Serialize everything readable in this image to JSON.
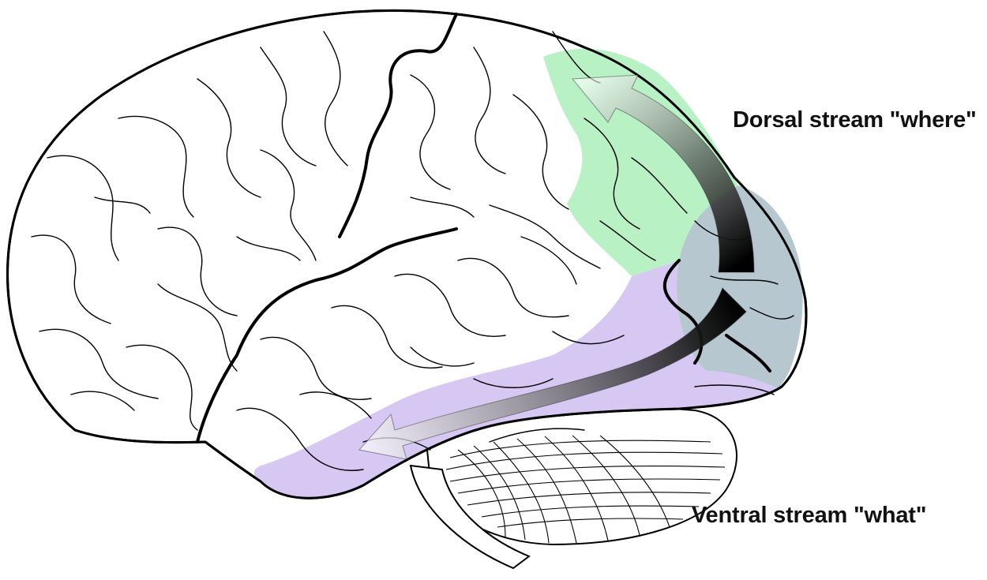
{
  "labels": {
    "dorsal": "Dorsal stream \"where\"",
    "ventral": "Ventral stream \"what\""
  },
  "colors": {
    "background": "#ffffff",
    "outline": "#000000",
    "dorsal_region": "#b8f2c4",
    "ventral_region": "#d6c8f2",
    "occipital_region": "#b7c7cf",
    "arrow_dark": "#000000",
    "arrow_light": "#ffffff"
  },
  "regions": [
    {
      "name": "parietal-dorsal-area",
      "color_key": "dorsal_region"
    },
    {
      "name": "temporal-ventral-area",
      "color_key": "ventral_region"
    },
    {
      "name": "occipital-visual-cortex",
      "color_key": "occipital_region"
    }
  ],
  "arrows": [
    {
      "name": "dorsal-stream-arrow",
      "direction": "occipital-to-parietal"
    },
    {
      "name": "ventral-stream-arrow",
      "direction": "occipital-to-temporal"
    }
  ]
}
